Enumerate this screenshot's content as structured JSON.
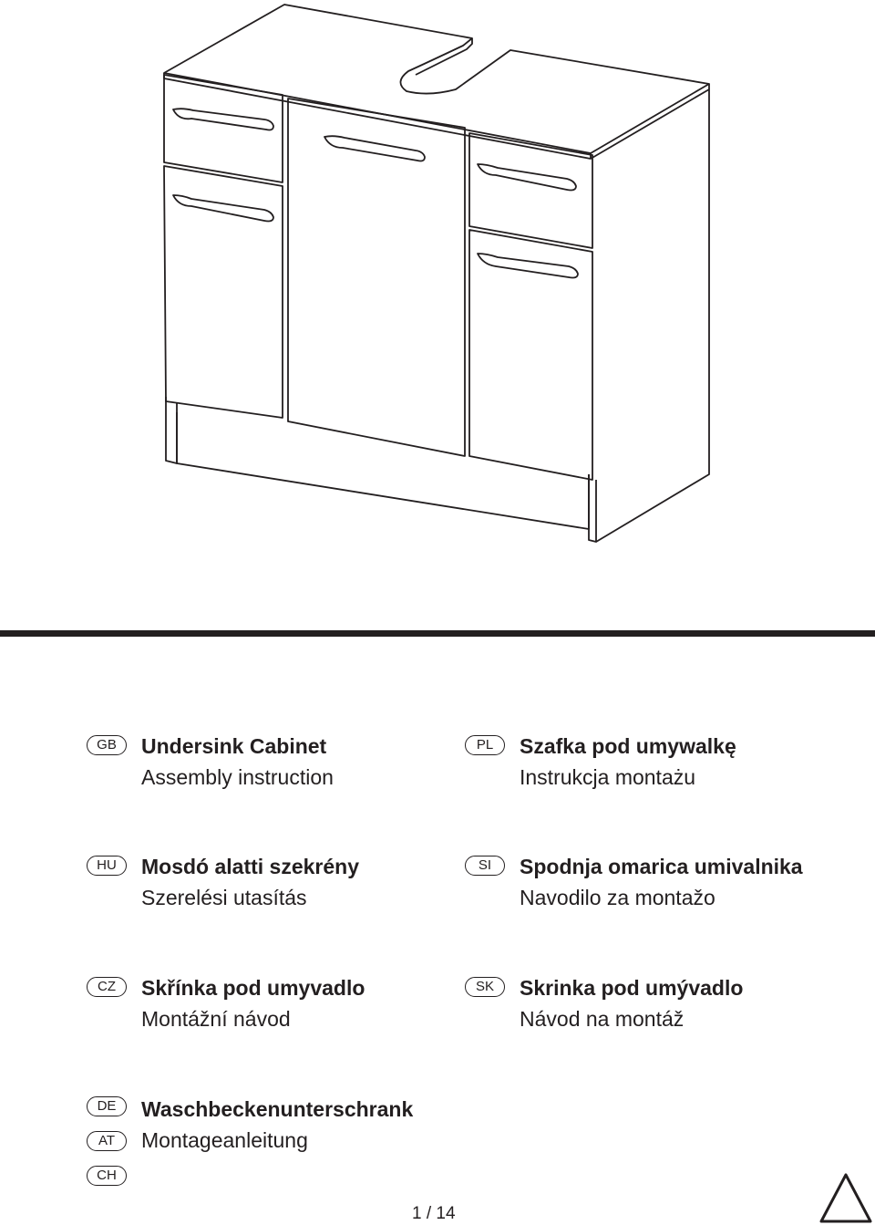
{
  "languages": [
    {
      "code": "GB",
      "title": "Undersink Cabinet",
      "subtitle": "Assembly instruction"
    },
    {
      "code": "PL",
      "title": "Szafka pod umywalkę",
      "subtitle": "Instrukcja montażu"
    },
    {
      "code": "HU",
      "title": "Mosdó alatti szekrény",
      "subtitle": "Szerelési utasítás"
    },
    {
      "code": "SI",
      "title": "Spodnja omarica umivalnika",
      "subtitle": "Navodilo za montažo"
    },
    {
      "code": "CZ",
      "title": "Skřínka pod umyvadlo",
      "subtitle": "Montážní návod"
    },
    {
      "code": "SK",
      "title": "Skrinka pod umývadlo",
      "subtitle": "Návod na montáž"
    }
  ],
  "german": {
    "codes": [
      "DE",
      "AT",
      "CH"
    ],
    "title": "Waschbeckenunterschrank",
    "subtitle": "Montageanleitung"
  },
  "page_number": "1 / 14",
  "icons": {
    "product": "undersink-cabinet-drawing",
    "warning": "warning-triangle-icon"
  },
  "colors": {
    "ink": "#231f20",
    "background": "#ffffff"
  }
}
